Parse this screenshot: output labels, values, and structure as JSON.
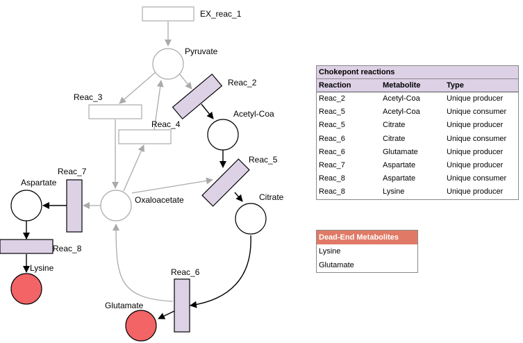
{
  "diagram": {
    "nodes": {
      "ex_reac_1": {
        "label": "EX_reac_1"
      },
      "pyruvate": {
        "label": "Pyruvate"
      },
      "reac_2": {
        "label": "Reac_2"
      },
      "reac_3": {
        "label": "Reac_3"
      },
      "reac_4": {
        "label": "Reac_4"
      },
      "acetyl_coa": {
        "label": "Acetyl-Coa"
      },
      "reac_5": {
        "label": "Reac_5"
      },
      "citrate": {
        "label": "Citrate"
      },
      "oxaloacetate": {
        "label": "Oxaloacetate"
      },
      "reac_7": {
        "label": "Reac_7"
      },
      "aspartate": {
        "label": "Aspartate"
      },
      "reac_8": {
        "label": "Reac_8"
      },
      "lysine": {
        "label": "Lysine"
      },
      "reac_6": {
        "label": "Reac_6"
      },
      "glutamate": {
        "label": "Glutamate"
      }
    },
    "colors": {
      "active_reaction_fill": "#ddd1e6",
      "dead_end_fill": "#f26466",
      "inactive_stroke": "#aaaaaa"
    }
  },
  "chokepoint_table": {
    "title": "Chokepont reactions",
    "headers": [
      "Reaction",
      "Metabolite",
      "Type"
    ],
    "rows": [
      [
        "Reac_2",
        "Acetyl-Coa",
        "Unique producer"
      ],
      [
        "Reac_5",
        "Acetyl-Coa",
        "Unique consumer"
      ],
      [
        "Reac_5",
        "Citrate",
        "Unique producer"
      ],
      [
        "Reac_6",
        "Citrate",
        "Unique consumer"
      ],
      [
        "Reac_6",
        "Glutamate",
        "Unique producer"
      ],
      [
        "Reac_7",
        "Aspartate",
        "Unique producer"
      ],
      [
        "Reac_8",
        "Aspartate",
        "Unique consumer"
      ],
      [
        "Reac_8",
        "Lysine",
        "Unique producer"
      ]
    ]
  },
  "dead_end_table": {
    "title": "Dead-End Metabolites",
    "items": [
      "Lysine",
      "Glutamate"
    ]
  }
}
